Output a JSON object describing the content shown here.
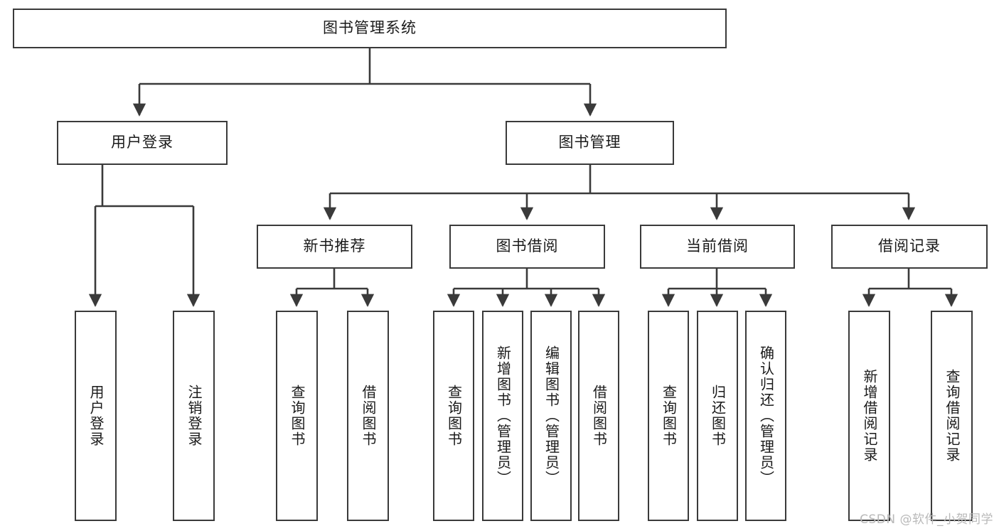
{
  "diagram": {
    "title": "图书管理系统",
    "type": "hierarchy-tree",
    "watermark": "CSDN @软件_小贺同学",
    "colors": {
      "box_border": "#3a3a3a",
      "box_fill": "#ffffff",
      "edge": "#3a3a3a",
      "text": "#1a1a1a",
      "watermark": "#b9b9b9"
    },
    "levels": {
      "root": {
        "label": "图书管理系统"
      },
      "level2": [
        {
          "label": "用户登录"
        },
        {
          "label": "图书管理"
        }
      ],
      "level3": [
        {
          "label": "新书推荐"
        },
        {
          "label": "图书借阅"
        },
        {
          "label": "当前借阅"
        },
        {
          "label": "借阅记录"
        }
      ],
      "leaves": {
        "user_login": [
          {
            "label": "用户登录"
          },
          {
            "label": "注销登录"
          }
        ],
        "new_book_recommend": [
          {
            "label": "查询图书"
          },
          {
            "label": "借阅图书"
          }
        ],
        "book_borrow": [
          {
            "label": "查询图书"
          },
          {
            "label": "新增图书（管理员）"
          },
          {
            "label": "编辑图书（管理员）"
          },
          {
            "label": "借阅图书"
          }
        ],
        "current_borrow": [
          {
            "label": "查询图书"
          },
          {
            "label": "归还图书"
          },
          {
            "label": "确认归还（管理员）"
          }
        ],
        "borrow_records": [
          {
            "label": "新增借阅记录"
          },
          {
            "label": "查询借阅记录"
          }
        ]
      }
    }
  }
}
